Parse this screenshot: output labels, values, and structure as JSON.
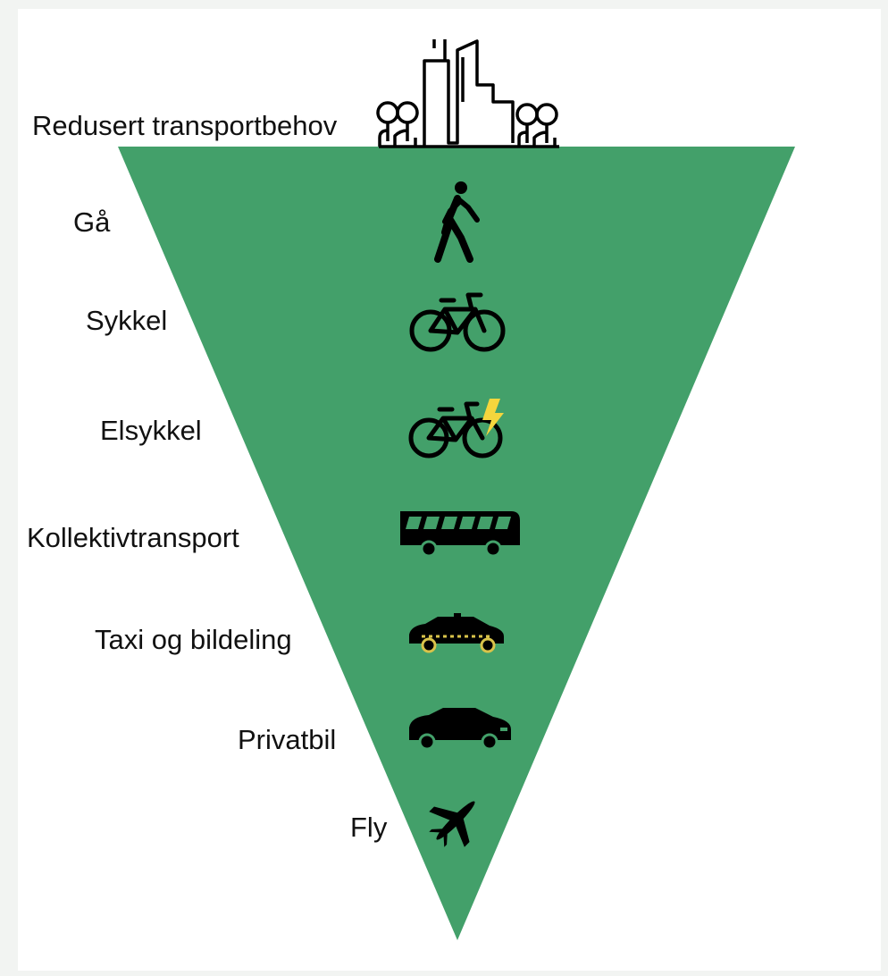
{
  "colors": {
    "triangle": "#43a06a",
    "icon": "#000000",
    "bolt": "#f5d63d",
    "taxi_wheel": "#d9c34a",
    "background": "#ffffff"
  },
  "top": {
    "label": "Redusert transportbehov",
    "icon": "city-skyline-icon"
  },
  "levels": [
    {
      "label": "Gå",
      "icon": "pedestrian-icon"
    },
    {
      "label": "Sykkel",
      "icon": "bicycle-icon"
    },
    {
      "label": "Elsykkel",
      "icon": "e-bike-icon"
    },
    {
      "label": "Kollektivtransport",
      "icon": "bus-icon"
    },
    {
      "label": "Taxi og bildeling",
      "icon": "taxi-icon"
    },
    {
      "label": "Privatbil",
      "icon": "car-icon"
    },
    {
      "label": "Fly",
      "icon": "airplane-icon"
    }
  ]
}
